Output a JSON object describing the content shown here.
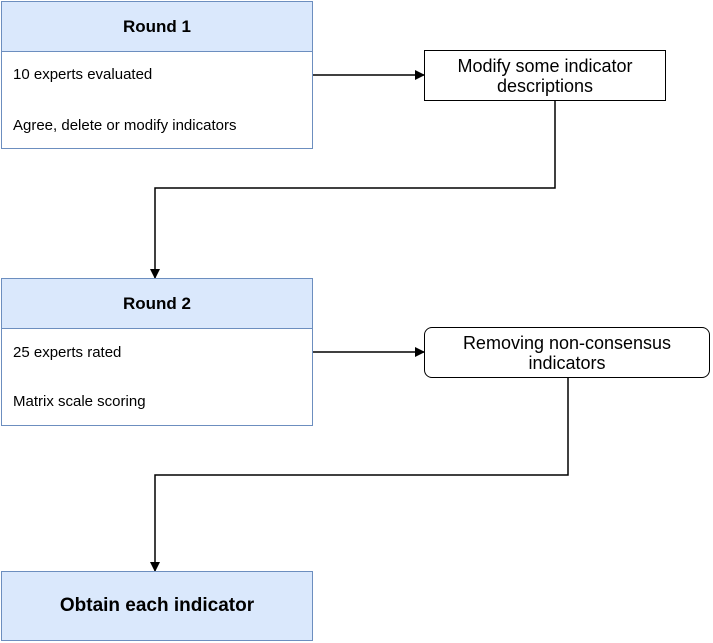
{
  "round1": {
    "title": "Round 1",
    "items": [
      "10 experts evaluated",
      "Agree, delete or modify indicators"
    ]
  },
  "round1_action": {
    "text": "Modify some indicator descriptions"
  },
  "round2": {
    "title": "Round 2",
    "items": [
      "25 experts rated",
      "Matrix scale scoring"
    ]
  },
  "round2_action": {
    "text": "Removing non-consensus indicators"
  },
  "final": {
    "text": "Obtain each indicator"
  },
  "colors": {
    "header_fill": "#dae8fc",
    "box_border": "#6c8ebf",
    "line": "#000000"
  }
}
